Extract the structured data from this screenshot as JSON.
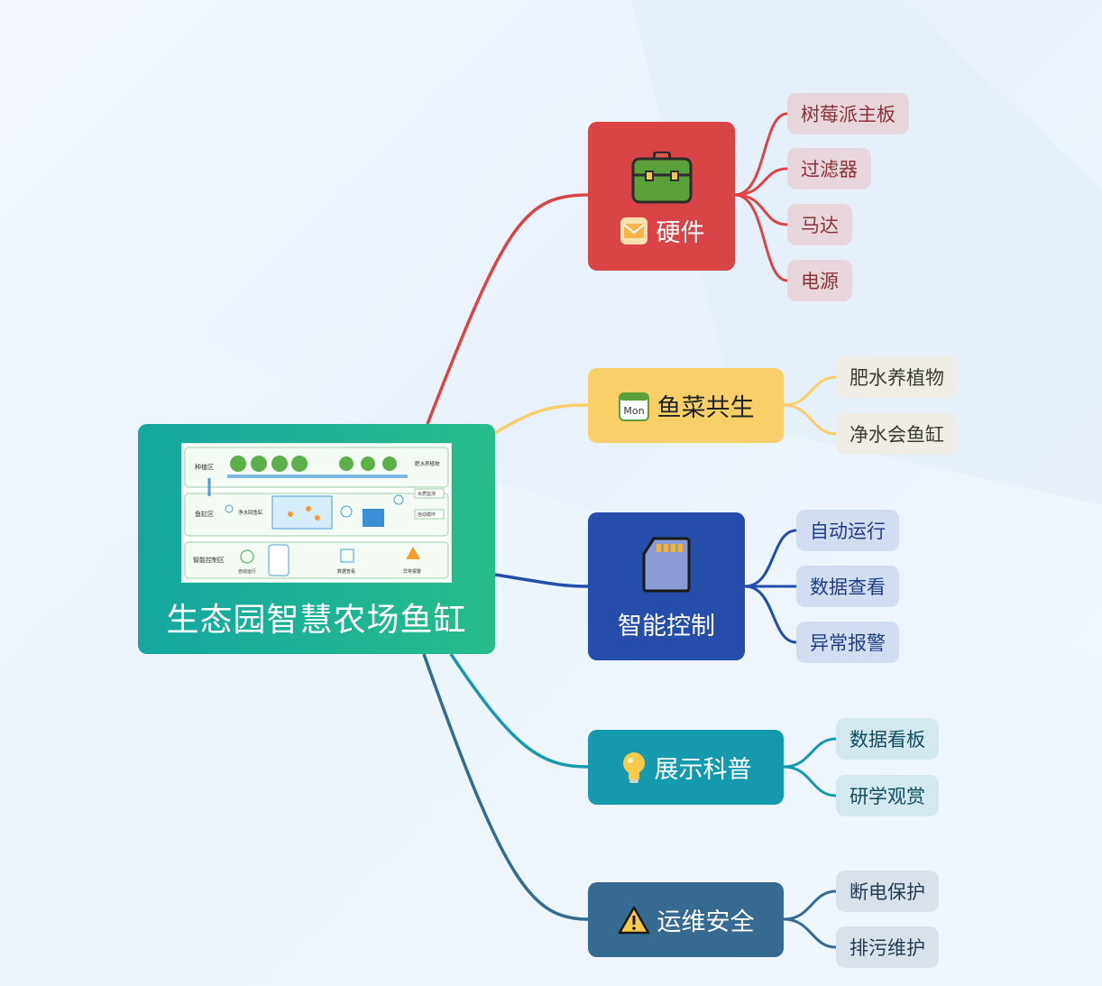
{
  "root": {
    "title": "生态园智慧农场鱼缸",
    "thumbnail": {
      "zone_planting": "种植区",
      "zone_fish": "鱼缸区",
      "zone_control": "智能控制区",
      "label_fertilize": "肥水养植物",
      "label_clean": "净水回鱼缸",
      "label_monitor": "水质监测",
      "label_autocycle": "自动循环",
      "label_auto": "自动运行",
      "label_data": "数据查看",
      "label_alarm": "异常报警"
    }
  },
  "branches": [
    {
      "id": "hardware",
      "label": "硬件",
      "color": "#d94546",
      "icons": [
        "toolbox-icon",
        "envelope-icon"
      ],
      "children": [
        "树莓派主板",
        "过滤器",
        "马达",
        "电源"
      ]
    },
    {
      "id": "aquaponics",
      "label": "鱼菜共生",
      "color": "#f8cf69",
      "icons": [
        "calendar-mon-icon"
      ],
      "icon_text": "Mon",
      "children": [
        "肥水养植物",
        "净水会鱼缸"
      ]
    },
    {
      "id": "smart-control",
      "label": "智能控制",
      "color": "#244ea9",
      "icons": [
        "sd-card-icon"
      ],
      "children": [
        "自动运行",
        "数据查看",
        "异常报警"
      ]
    },
    {
      "id": "display",
      "label": "展示科普",
      "color": "#1599ae",
      "icons": [
        "lightbulb-icon"
      ],
      "children": [
        "数据看板",
        "研学观赏"
      ]
    },
    {
      "id": "ops-safety",
      "label": "运维安全",
      "color": "#356a92",
      "icons": [
        "warning-icon"
      ],
      "children": [
        "断电保护",
        "排污维护"
      ]
    }
  ]
}
